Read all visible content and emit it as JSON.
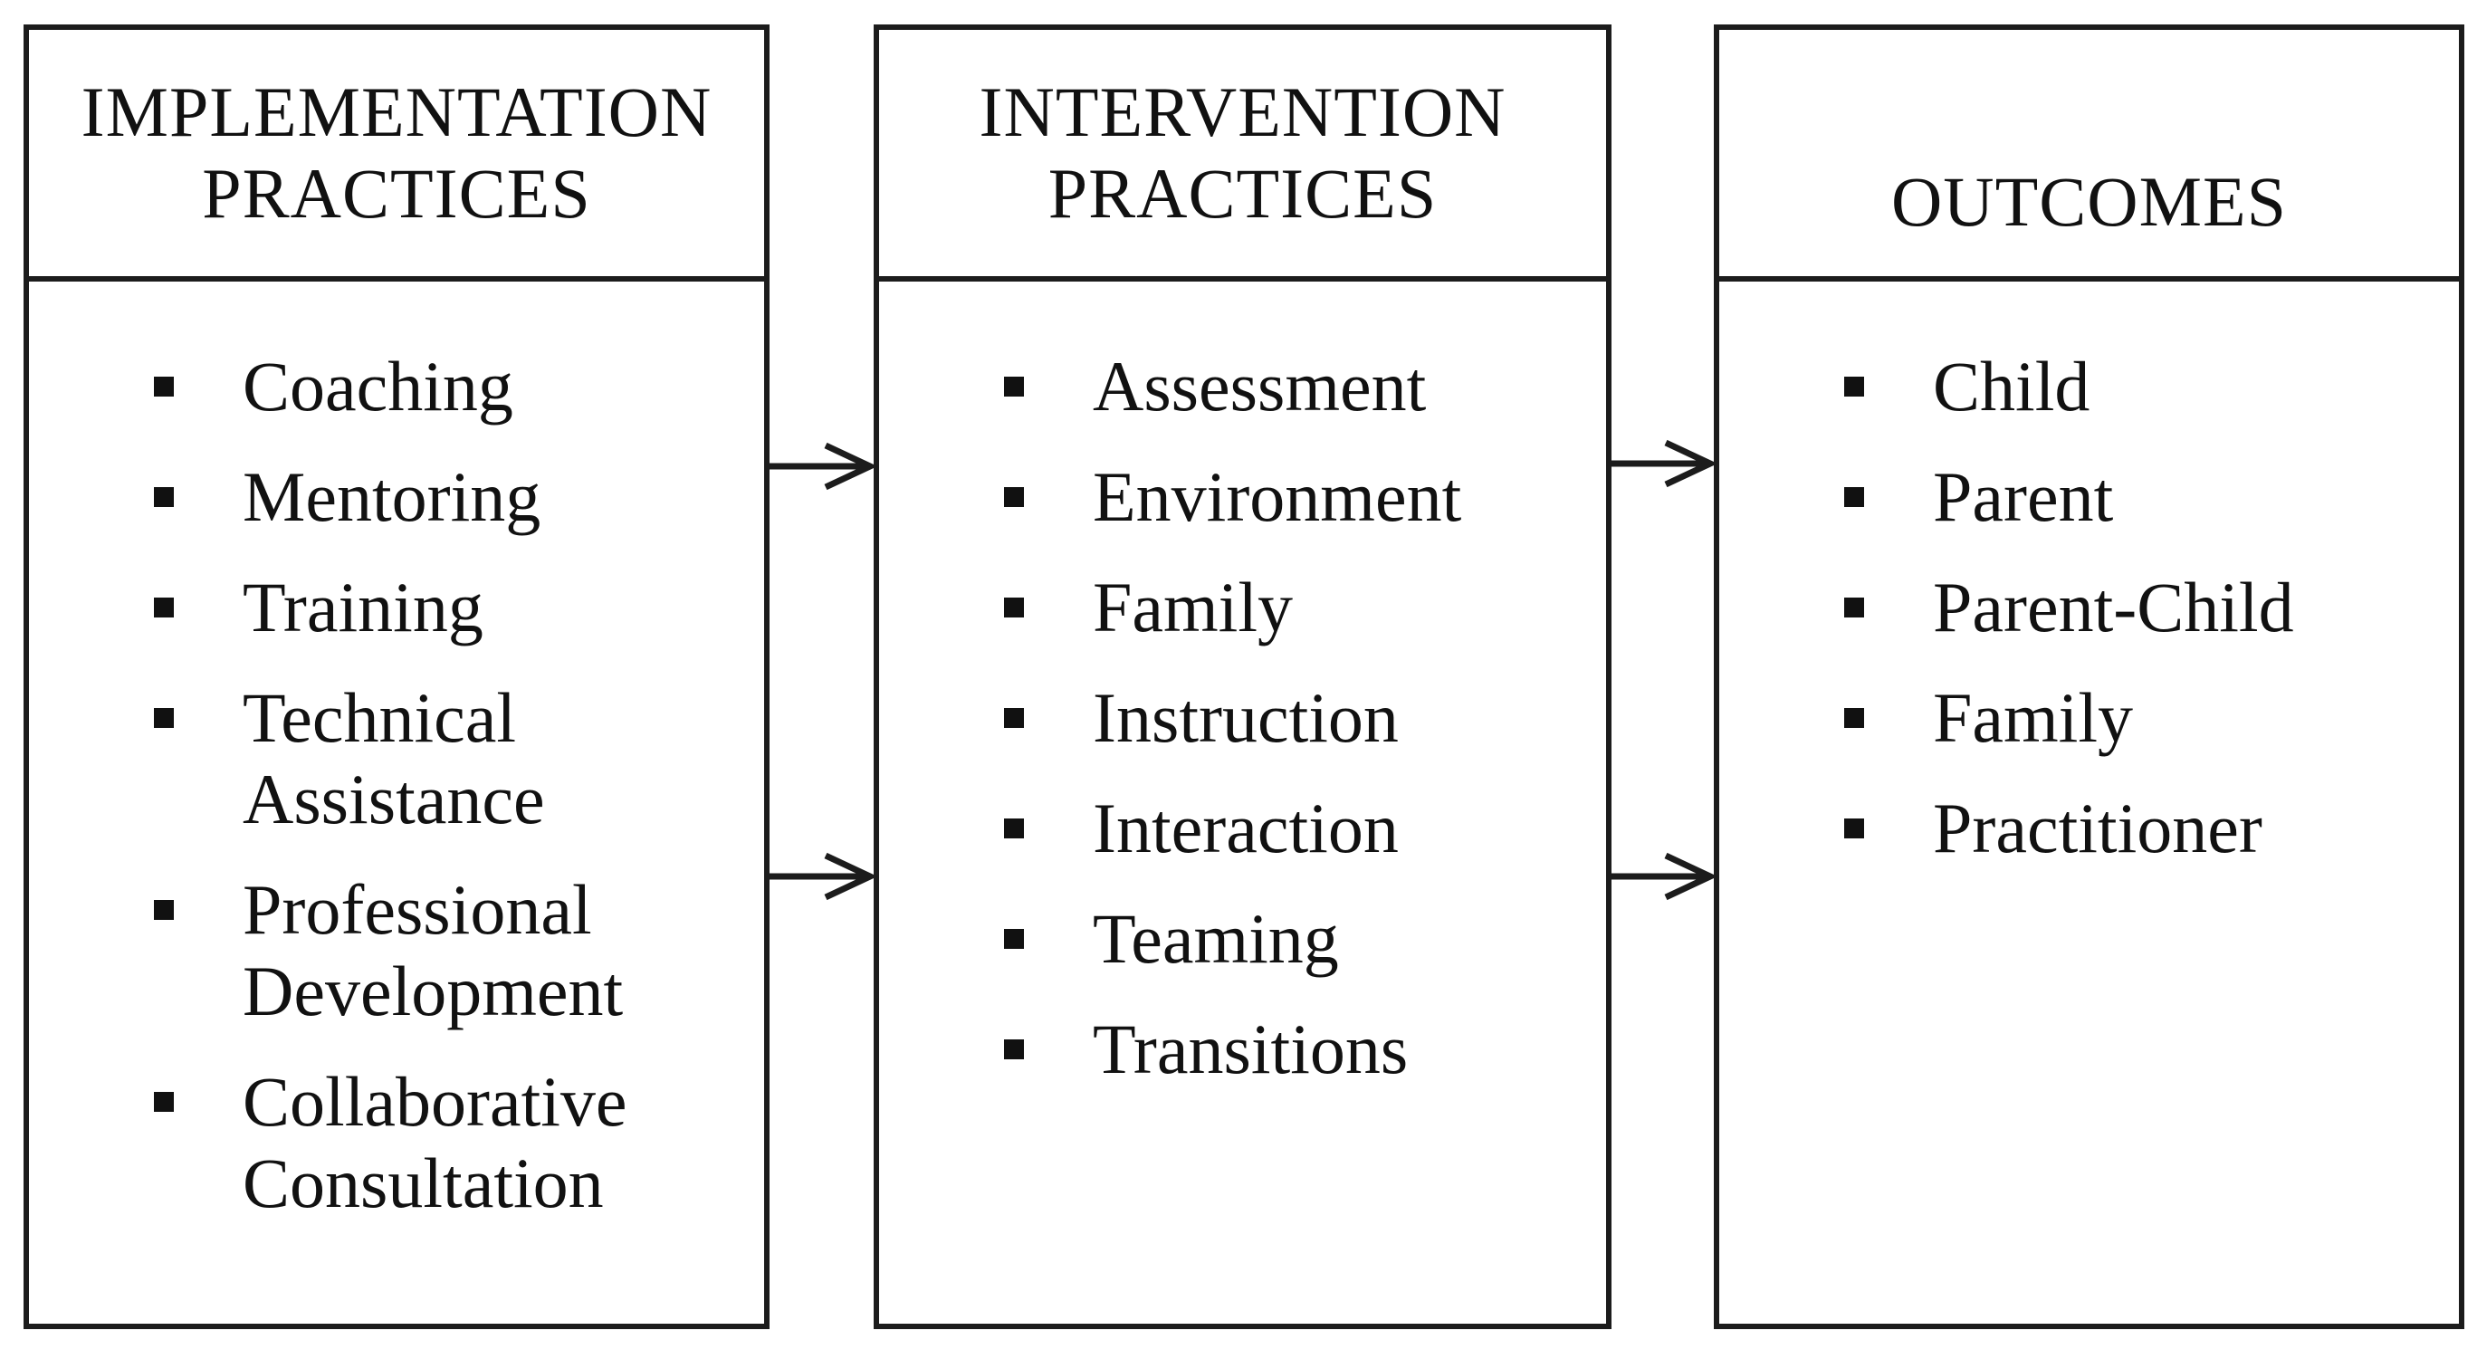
{
  "diagram": {
    "columns": [
      {
        "id": "implementation-practices",
        "title": "IMPLEMENTATION PRACTICES",
        "items": [
          "Coaching",
          "Mentoring",
          "Training",
          "Technical Assistance",
          "Professional Development",
          "Collaborative Consultation"
        ]
      },
      {
        "id": "intervention-practices",
        "title": "INTERVENTION PRACTICES",
        "items": [
          "Assessment",
          "Environment",
          "Family",
          "Instruction",
          "Interaction",
          "Teaming",
          "Transitions"
        ]
      },
      {
        "id": "outcomes",
        "title": "OUTCOMES",
        "items": [
          "Child",
          "Parent",
          "Parent-Child",
          "Family",
          "Practitioner"
        ]
      }
    ],
    "connectors": [
      {
        "from": "implementation-practices",
        "to": "intervention-practices",
        "icon": "right-arrow",
        "position": "upper"
      },
      {
        "from": "implementation-practices",
        "to": "intervention-practices",
        "icon": "right-arrow",
        "position": "lower"
      },
      {
        "from": "intervention-practices",
        "to": "outcomes",
        "icon": "right-arrow",
        "position": "upper"
      },
      {
        "from": "intervention-practices",
        "to": "outcomes",
        "icon": "right-arrow",
        "position": "lower"
      }
    ],
    "bullet_style": "black-square",
    "colors": {
      "border": "#1c1c1c",
      "text": "#111111",
      "background": "#ffffff"
    }
  }
}
